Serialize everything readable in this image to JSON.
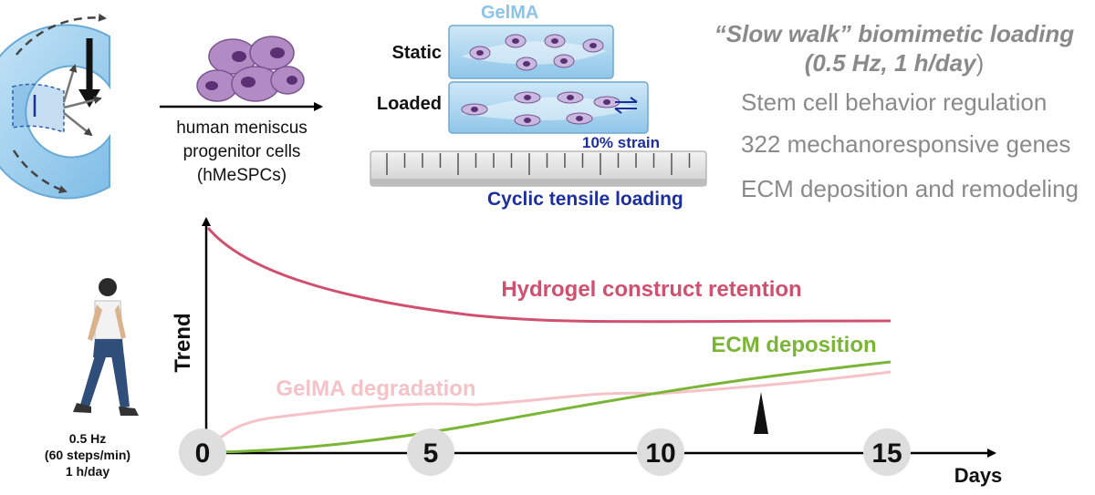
{
  "top": {
    "cells_caption": [
      "human meniscus",
      "progenitor cells",
      "(hMeSPCs)"
    ],
    "gelma_label": "GelMA",
    "static_label": "Static",
    "loaded_label": "Loaded",
    "strain_label": "10% strain",
    "loading_label": "Cyclic tensile loading"
  },
  "right_panel": {
    "title_line1": "“Slow walk” biomimetic loading",
    "title_line2_italic": "(0.5 Hz, 1 h/day",
    "title_line2_close": ")",
    "items": [
      "Stem cell behavior regulation",
      "322 mechanoresponsive genes",
      "ECM deposition and remodeling"
    ]
  },
  "walker": {
    "lines": [
      "0.5 Hz",
      "(60 steps/min)",
      "1 h/day"
    ]
  },
  "graph": {
    "y_label": "Trend",
    "x_label": "Days",
    "ticks": [
      "0",
      "5",
      "10",
      "15"
    ],
    "curves": {
      "retention": "Hydrogel construct retention",
      "ecm": "ECM deposition",
      "degradation": "GelMA degradation"
    }
  },
  "colors": {
    "retention": "#d0506f",
    "ecm": "#7ab536",
    "degradation": "#f5c2c8",
    "strain": "#1c2f9c",
    "meniscus": "#9fd0ef",
    "cell": "#b28ac4",
    "gray_text": "#8a8a8a"
  }
}
